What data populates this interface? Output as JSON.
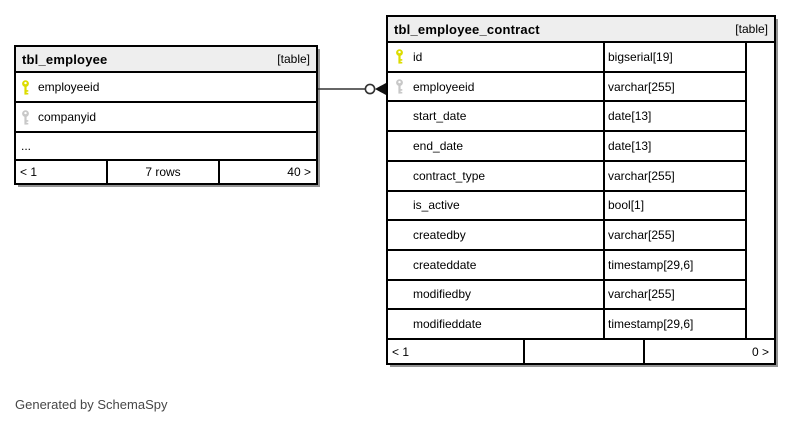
{
  "diagram": {
    "generated_note": "Generated by SchemaSpy"
  },
  "colors": {
    "primary_key": "#dcdc00",
    "foreign_key": "#c8c8c8",
    "header_bg": "#eeeeee",
    "border": "#000000",
    "shadow": "#949494",
    "connector": "#333333"
  },
  "tables": {
    "employee": {
      "title": "tbl_employee",
      "type_label": "[table]",
      "columns": [
        {
          "name": "employeeid",
          "key": "primary"
        },
        {
          "name": "companyid",
          "key": "foreign"
        },
        {
          "name": "...",
          "key": "none"
        }
      ],
      "footer": {
        "left": "< 1",
        "center": "7 rows",
        "right": "40 >"
      }
    },
    "contract": {
      "title": "tbl_employee_contract",
      "type_label": "[table]",
      "columns": [
        {
          "name": "id",
          "type": "bigserial[19]",
          "key": "primary"
        },
        {
          "name": "employeeid",
          "type": "varchar[255]",
          "key": "foreign"
        },
        {
          "name": "start_date",
          "type": "date[13]",
          "key": "none"
        },
        {
          "name": "end_date",
          "type": "date[13]",
          "key": "none"
        },
        {
          "name": "contract_type",
          "type": "varchar[255]",
          "key": "none"
        },
        {
          "name": "is_active",
          "type": "bool[1]",
          "key": "none"
        },
        {
          "name": "createdby",
          "type": "varchar[255]",
          "key": "none"
        },
        {
          "name": "createddate",
          "type": "timestamp[29,6]",
          "key": "none"
        },
        {
          "name": "modifiedby",
          "type": "varchar[255]",
          "key": "none"
        },
        {
          "name": "modifieddate",
          "type": "timestamp[29,6]",
          "key": "none"
        }
      ],
      "footer": {
        "left": "< 1",
        "center": "",
        "right": "0 >"
      }
    }
  },
  "relationship": {
    "from_column": "tbl_employee.employeeid",
    "to_column": "tbl_employee_contract.employeeid"
  }
}
